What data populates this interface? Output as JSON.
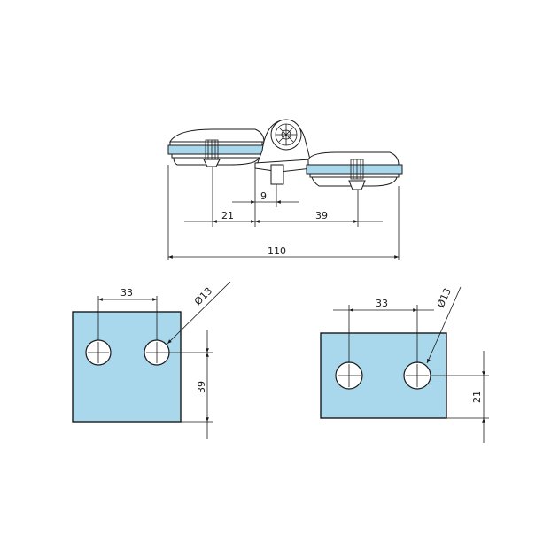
{
  "top_view": {
    "dims": {
      "d9": "9",
      "d21": "21",
      "d39": "39",
      "d110": "110"
    }
  },
  "left_plate": {
    "dim_spacing": "33",
    "dim_hole": "Ø13",
    "dim_height": "39"
  },
  "right_plate": {
    "dim_spacing": "33",
    "dim_hole": "Ø13",
    "dim_height": "21"
  },
  "colors": {
    "glass": "#a9d8ec",
    "line": "#1a1a1a"
  }
}
